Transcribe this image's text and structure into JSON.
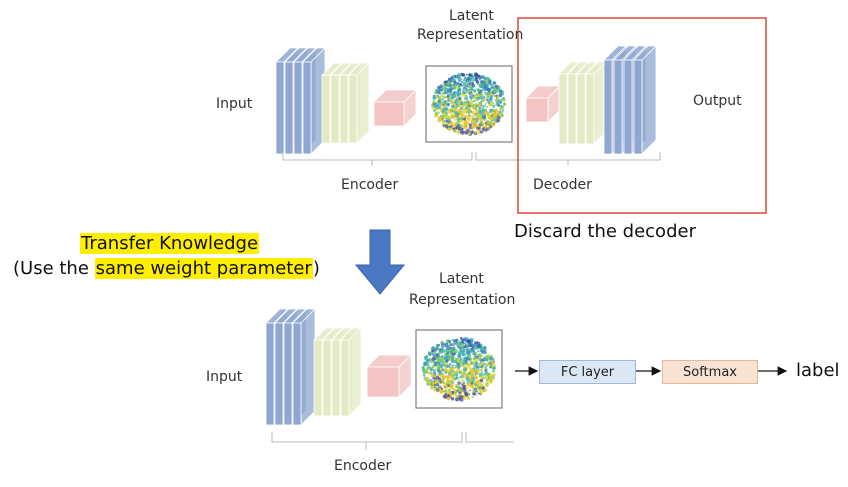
{
  "top": {
    "input_label": "Input",
    "latent_line1": "Latent",
    "latent_line2": "Representation",
    "output_label": "Output",
    "encoder_label": "Encoder",
    "decoder_label": "Decoder",
    "discard_text": "Discard the decoder",
    "discard_box_color": "#e0453a"
  },
  "transfer": {
    "line1": "Transfer Knowledge",
    "line2_prefix": "(Use the ",
    "line2_highlight": "same weight parameter",
    "line2_suffix": ")",
    "highlight_color": "#ffee00",
    "arrow_color": "#4a78c4"
  },
  "bottom": {
    "input_label": "Input",
    "latent_line1": "Latent",
    "latent_line2": "Representation",
    "encoder_label": "Encoder",
    "fc_label": "FC layer",
    "softmax_label": "Softmax",
    "output_label": "label"
  },
  "colors": {
    "blue_layer": "#8ea6d0",
    "green_layer": "#e4eac4",
    "pink_layer": "#f2c4c4",
    "fc_fill": "#dbe7f5",
    "softmax_fill": "#fbe3d3"
  }
}
